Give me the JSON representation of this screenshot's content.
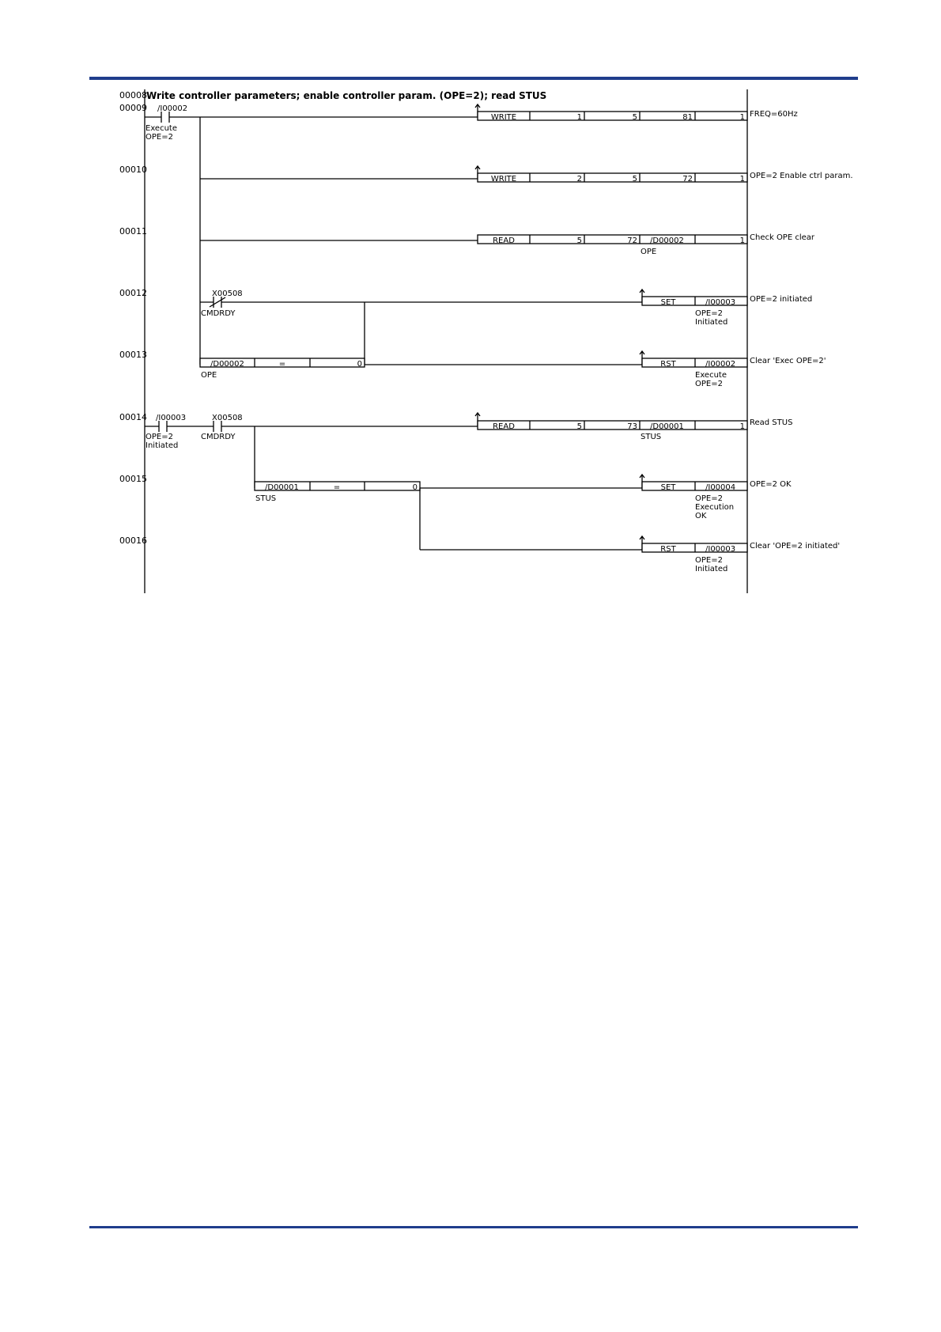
{
  "page": {
    "rule_color": "#1f3d8c",
    "line_color": "#000000"
  },
  "header": {
    "rung": "00008",
    "comment": "Write controller parameters; enable controller param. (OPE=2); read STUS"
  },
  "rungs": {
    "r09": {
      "number": "00009",
      "contact": "/I00002",
      "contact_label_1": "Execute",
      "contact_label_2": "OPE=2",
      "instr": "WRITE",
      "op1": "1",
      "op2": "5",
      "op3": "81",
      "op4": "1",
      "comment": "FREQ=60Hz"
    },
    "r10": {
      "number": "00010",
      "instr": "WRITE",
      "op1": "2",
      "op2": "5",
      "op3": "72",
      "op4": "1",
      "comment": "OPE=2 Enable ctrl param."
    },
    "r11": {
      "number": "00011",
      "instr": "READ",
      "op1": "5",
      "op2": "72",
      "op3": "/D00002",
      "op3_label": "OPE",
      "op4": "1",
      "comment": "Check OPE clear"
    },
    "r12": {
      "number": "00012",
      "contact": "X00508",
      "contact_label": "CMDRDY",
      "instr": "SET",
      "operand": "/I00003",
      "operand_label_1": "OPE=2",
      "operand_label_2": "Initiated",
      "comment": "OPE=2 initiated"
    },
    "r13": {
      "number": "00013",
      "cmp_a": "/D00002",
      "cmp_op": "=",
      "cmp_b": "0",
      "cmp_label": "OPE",
      "instr": "RST",
      "operand": "/I00002",
      "operand_label_1": "Execute",
      "operand_label_2": "OPE=2",
      "comment": "Clear 'Exec OPE=2'"
    },
    "r14": {
      "number": "00014",
      "contact1": "/I00003",
      "contact1_label_1": "OPE=2",
      "contact1_label_2": "Initiated",
      "contact2": "X00508",
      "contact2_label": "CMDRDY",
      "instr": "READ",
      "op1": "5",
      "op2": "73",
      "op3": "/D00001",
      "op3_label": "STUS",
      "op4": "1",
      "comment": "Read STUS"
    },
    "r15": {
      "number": "00015",
      "cmp_a": "/D00001",
      "cmp_op": "=",
      "cmp_b": "0",
      "cmp_label": "STUS",
      "instr": "SET",
      "operand": "/I00004",
      "operand_label_1": "OPE=2",
      "operand_label_2": "Execution",
      "operand_label_3": "OK",
      "comment": "OPE=2 OK"
    },
    "r16": {
      "number": "00016",
      "instr": "RST",
      "operand": "/I00003",
      "operand_label_1": "OPE=2",
      "operand_label_2": "Initiated",
      "comment": "Clear 'OPE=2 initiated'"
    }
  }
}
